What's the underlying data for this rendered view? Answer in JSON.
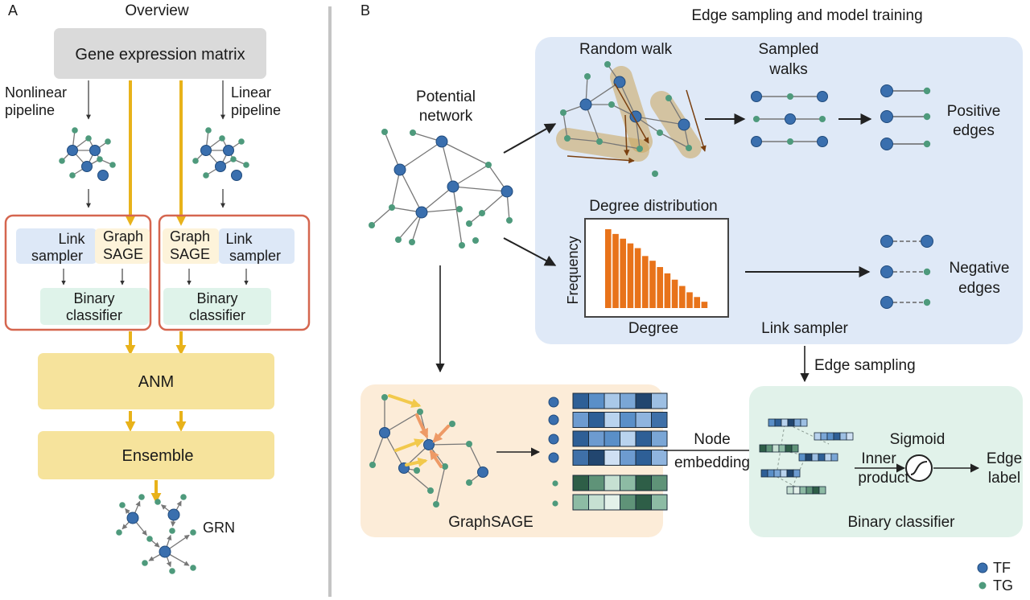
{
  "panel_a": {
    "letter": "A",
    "title": "Overview",
    "input": "Gene expression matrix",
    "nonlinear_1": "Nonlinear",
    "nonlinear_2": "pipeline",
    "linear_1": "Linear",
    "linear_2": "pipeline",
    "link_1": "Link",
    "link_2": "sampler",
    "graph_1": "Graph",
    "graph_2": "SAGE",
    "binary_1": "Binary",
    "binary_2": "classifier",
    "anm": "ANM",
    "ensemble": "Ensemble",
    "grn": "GRN"
  },
  "panel_b": {
    "letter": "B",
    "title": "Edge sampling and model training",
    "potential_1": "Potential",
    "potential_2": "network",
    "random_walk": "Random walk",
    "sampled_1": "Sampled",
    "sampled_2": "walks",
    "positive_1": "Positive",
    "positive_2": "edges",
    "degree_distribution": "Degree distribution",
    "frequency": "Frequency",
    "degree": "Degree",
    "link_sampler": "Link sampler",
    "negative_1": "Negative",
    "negative_2": "edges",
    "edge_sampling": "Edge sampling",
    "graphsage": "GraphSAGE",
    "node_1": "Node",
    "node_2": "embedding",
    "sigmoid": "Sigmoid",
    "inner_1": "Inner",
    "inner_2": "product",
    "edge_1": "Edge",
    "edge_2": "label",
    "binary_classifier": "Binary classifier",
    "legend_tf": "TF",
    "legend_tg": "TG"
  },
  "degree_histogram": [
    1.0,
    0.94,
    0.88,
    0.82,
    0.76,
    0.66,
    0.6,
    0.52,
    0.44,
    0.36,
    0.28,
    0.2,
    0.14,
    0.08
  ],
  "embedding_blue": [
    [
      "#2e5f96",
      "#5a8fc8",
      "#a9c8e8",
      "#7aa6d6",
      "#22466f",
      "#9dbfe3"
    ],
    [
      "#6d9bd0",
      "#2e5f96",
      "#b9d3ee",
      "#5a8fc8",
      "#8fb4de",
      "#3f70a8"
    ],
    [
      "#2e5f96",
      "#6d9bd0",
      "#5a8fc8",
      "#b9d3ee",
      "#2e5f96",
      "#7aa6d6"
    ],
    [
      "#3f70a8",
      "#22466f",
      "#cfe0f3",
      "#6d9bd0",
      "#2e5f96",
      "#8fb4de"
    ]
  ],
  "embedding_green": [
    [
      "#2e5e47",
      "#5f9378",
      "#c6e0d2",
      "#8dbba4",
      "#2e5e47",
      "#5f9378"
    ],
    [
      "#8dbba4",
      "#c6e0d2",
      "#e4f1ea",
      "#5f9378",
      "#2e5e47",
      "#8dbba4"
    ]
  ],
  "colors": {
    "tf": "#3a6fae",
    "tg": "#4e9a7c",
    "orange": "#e8731a",
    "yellow": "#e8b21a",
    "red_box": "#d5664f",
    "panel_blue": "#dfe9f7",
    "panel_green": "#e1f2ea",
    "panel_orange": "#fcecd8",
    "anm_fill": "#f6e39c"
  }
}
